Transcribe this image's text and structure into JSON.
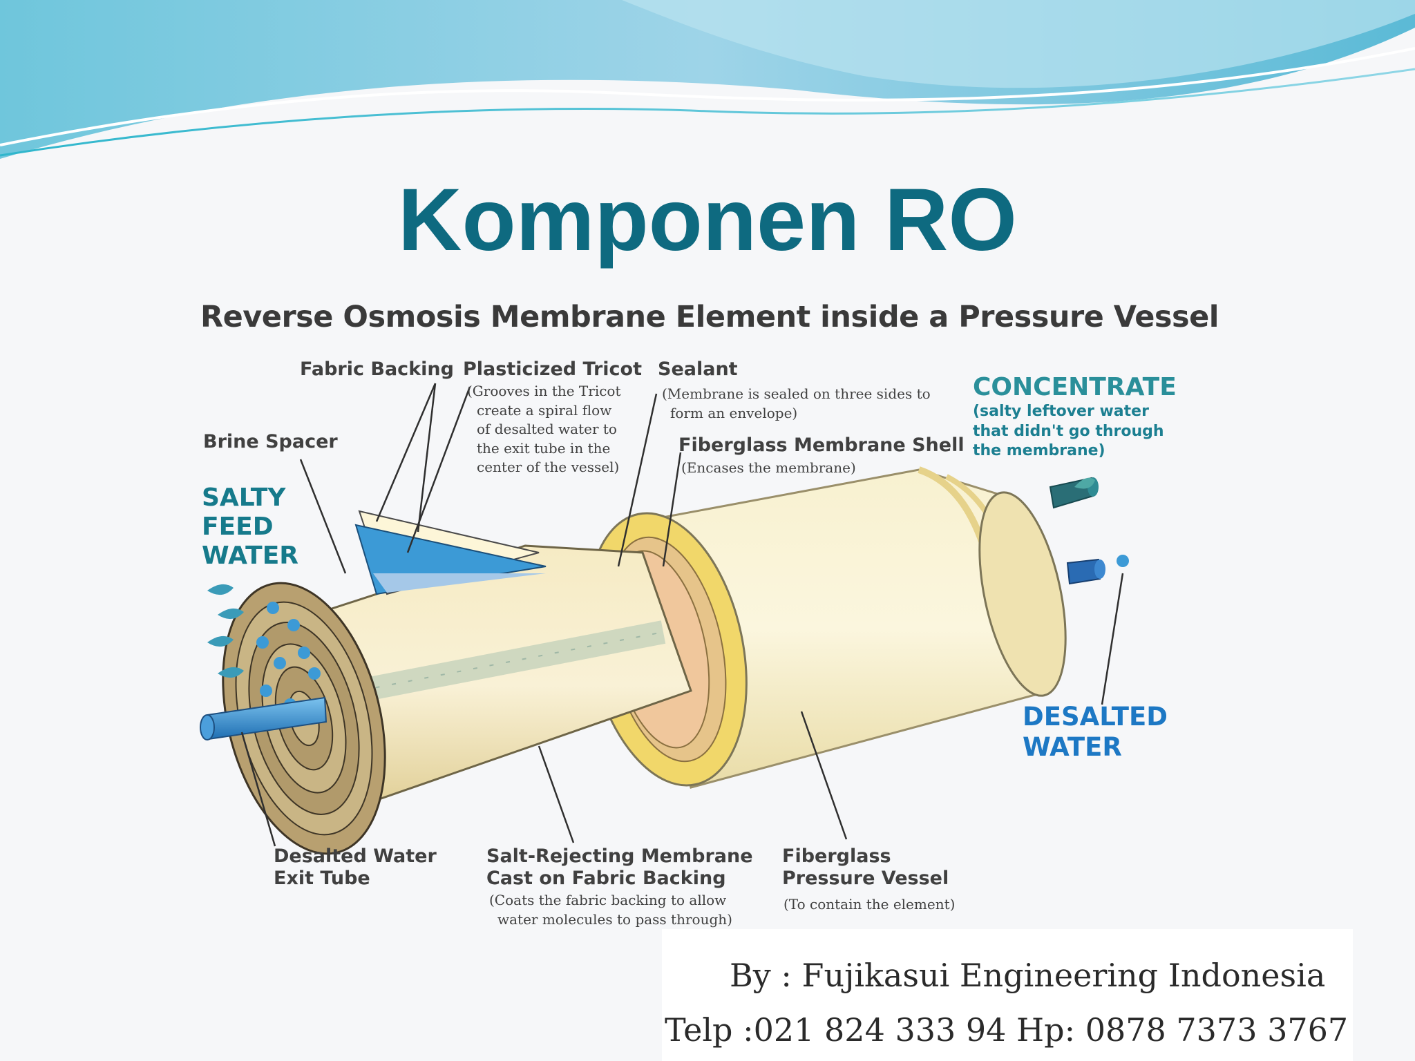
{
  "slide": {
    "title": "Komponen RO"
  },
  "diagram": {
    "title": "Reverse Osmosis Membrane Element inside a Pressure Vessel",
    "labels": {
      "fabric_backing": "Fabric Backing",
      "plasticized_tricot": "Plasticized Tricot",
      "plasticized_tricot_note": [
        "(Grooves in the Tricot",
        "create a spiral flow",
        "of desalted water to",
        "the exit tube in the",
        "center of the vessel)"
      ],
      "sealant": "Sealant",
      "sealant_note": [
        "(Membrane is sealed on three sides to",
        "form an envelope)"
      ],
      "brine_spacer": "Brine Spacer",
      "fiberglass_membrane_shell": "Fiberglass Membrane Shell",
      "fiberglass_membrane_shell_note": "(Encases the membrane)",
      "salty_feed_water": [
        "SALTY",
        "FEED",
        "WATER"
      ],
      "concentrate": "CONCENTRATE",
      "concentrate_note": [
        "(salty leftover water",
        "that didn't go through",
        "the membrane)"
      ],
      "desalted_water": [
        "DESALTED",
        "WATER"
      ],
      "desalted_water_exit_tube": [
        "Desalted Water",
        "Exit Tube"
      ],
      "salt_rejecting_membrane": [
        "Salt-Rejecting Membrane",
        "Cast on Fabric Backing"
      ],
      "salt_rejecting_membrane_note": [
        "(Coats the fabric backing to allow",
        "water molecules to pass through)"
      ],
      "fiberglass_pressure_vessel": [
        "Fiberglass",
        "Pressure Vessel"
      ],
      "fiberglass_pressure_vessel_note": "(To contain the element)"
    }
  },
  "credit": {
    "by": "By : Fujikasui Engineering  Indonesia",
    "contact": "Telp :021 824 333 94    Hp: 0878 7373 3767"
  },
  "colors": {
    "title": "#0e6a80",
    "teal_label": "#167a8b",
    "blue_label": "#1d78c4",
    "vessel": "#f6edc4",
    "membrane_blue": "#3c9ad6"
  }
}
